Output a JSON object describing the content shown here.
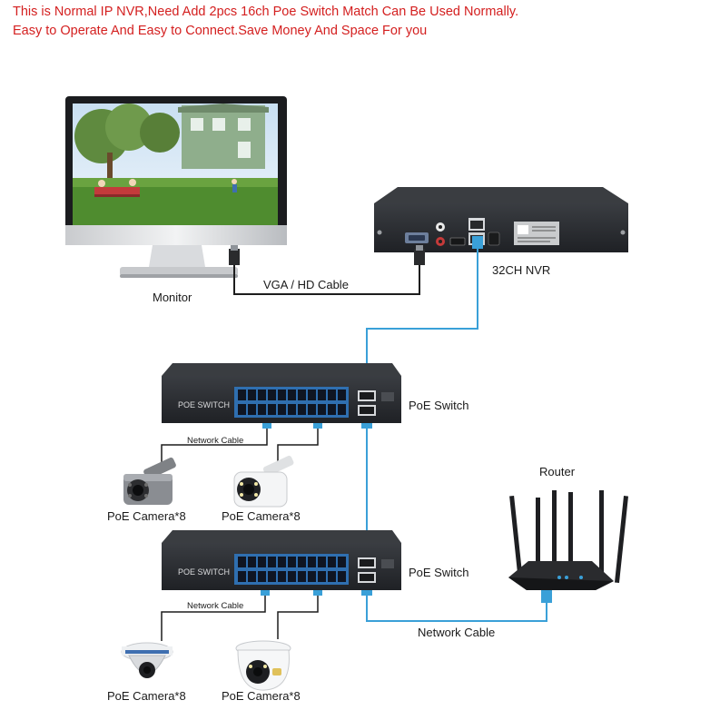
{
  "header": {
    "line1": "This is Normal IP NVR,Need Add 2pcs 16ch Poe Switch Match Can Be Used Normally.",
    "line2": "Easy to Operate And Easy to Connect.Save Money And Space For you"
  },
  "labels": {
    "monitor": "Monitor",
    "vga_cable": "VGA / HD Cable",
    "nvr": "32CH NVR",
    "switch1": "PoE Switch",
    "switch2": "PoE Switch",
    "router": "Router",
    "network_cable_1": "Network Cable",
    "network_cable_2": "Network Cable",
    "network_cable_router": "Network Cable",
    "camera_bullet_gray": "PoE Camera*8",
    "camera_bullet_white": "PoE Camera*8",
    "camera_dome": "PoE Camera*8",
    "camera_turret": "PoE Camera*8",
    "switch_badge_1": "POE SWITCH",
    "switch_badge_2": "POE SWITCH"
  },
  "colors": {
    "header_text": "#d42020",
    "cable_blue": "#3aa0d8",
    "device_dark": "#2b2d31",
    "port_blue": "#2f6fb0"
  }
}
